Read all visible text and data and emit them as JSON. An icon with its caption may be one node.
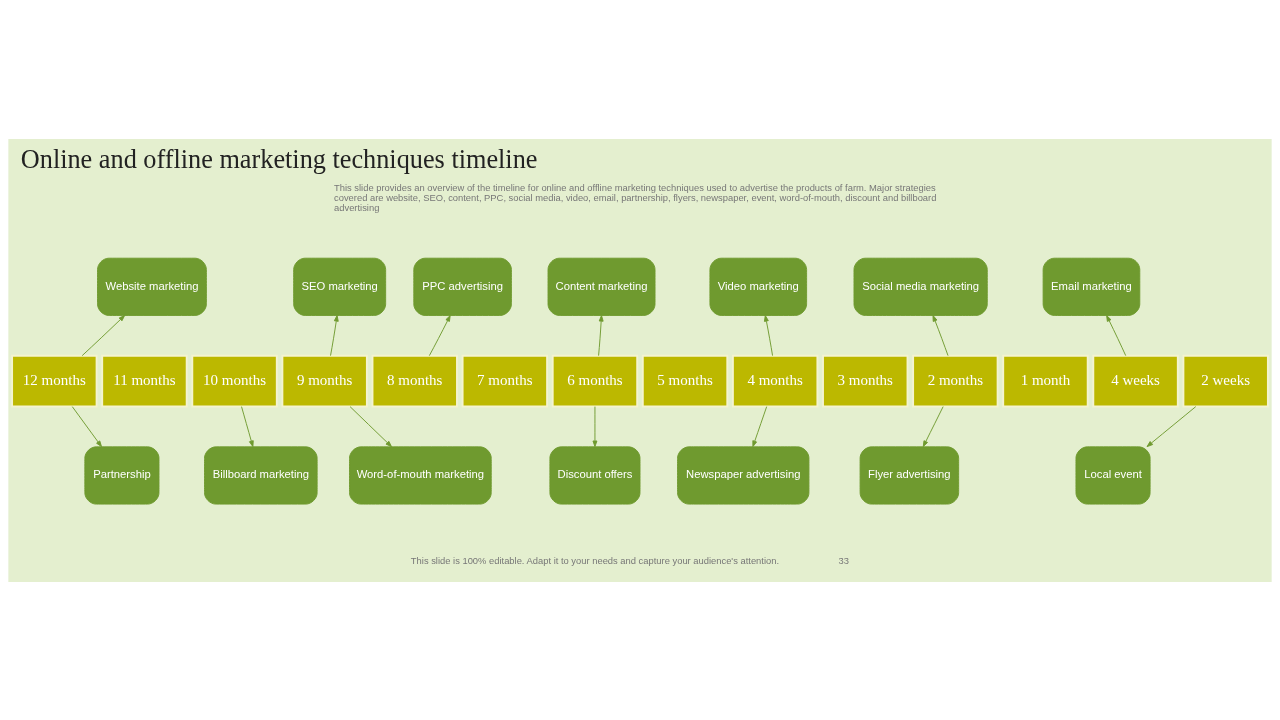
{
  "diagram": {
    "title": "Online and offline marketing techniques timeline",
    "nodes": [
      {
        "text": [
          "Website marketing"
        ]
      },
      {
        "text": [
          "SEO marketing"
        ]
      },
      {
        "text": [
          "PPC advertising"
        ]
      },
      {
        "text": [
          "Content marketing"
        ]
      },
      {
        "text": [
          "Video marketing"
        ]
      },
      {
        "text": [
          "Social media marketing"
        ]
      },
      {
        "text": [
          "Email marketing"
        ]
      },
      {
        "text": [
          "12 months"
        ]
      },
      {
        "text": [
          "11 months"
        ]
      },
      {
        "text": [
          "10 months"
        ]
      },
      {
        "text": [
          "9 months"
        ]
      },
      {
        "text": [
          "8 months"
        ]
      },
      {
        "text": [
          "7 months"
        ]
      },
      {
        "text": [
          "6 months"
        ]
      },
      {
        "text": [
          "5 months"
        ]
      },
      {
        "text": [
          "4 months"
        ]
      },
      {
        "text": [
          "3 months"
        ]
      },
      {
        "text": [
          "2 months"
        ]
      },
      {
        "text": [
          "1 month"
        ]
      },
      {
        "text": [
          "4 weeks"
        ]
      },
      {
        "text": [
          "2 weeks"
        ]
      },
      {
        "text": [
          "Partnership"
        ]
      },
      {
        "text": [
          "Billboard marketing"
        ]
      },
      {
        "text": [
          "Word-of-mouth marketing"
        ]
      },
      {
        "text": [
          "Discount offers"
        ]
      },
      {
        "text": [
          "Newspaper advertising"
        ]
      },
      {
        "text": [
          "Flyer advertising"
        ]
      },
      {
        "text": [
          "Local event"
        ]
      }
    ],
    "edges": [
      {
        "from": 7,
        "to": 0,
        "arrow": "to"
      },
      {
        "from": 10,
        "to": 1,
        "arrow": "to"
      },
      {
        "from": 11,
        "to": 2,
        "arrow": "to"
      },
      {
        "from": 13,
        "to": 3,
        "arrow": "to"
      },
      {
        "from": 15,
        "to": 4,
        "arrow": "to"
      },
      {
        "from": 17,
        "to": 5,
        "arrow": "to"
      },
      {
        "from": 19,
        "to": 6,
        "arrow": "to"
      },
      {
        "from": 7,
        "to": 21,
        "arrow": "to"
      },
      {
        "from": 9,
        "to": 22,
        "arrow": "to"
      },
      {
        "from": 10,
        "to": 23,
        "arrow": "to"
      },
      {
        "from": 13,
        "to": 24,
        "arrow": "to"
      },
      {
        "from": 15,
        "to": 25,
        "arrow": "to"
      },
      {
        "from": 17,
        "to": 26,
        "arrow": "to"
      },
      {
        "from": 20,
        "to": 27,
        "arrow": "to"
      }
    ],
    "labels": [
      "This slide provides an overview of the timeline for online and offline marketing techniques used to advertise the products of farm. Major strategies covered are website, SEO, content, PPC, social media, video, email, partnership, flyers, newspaper, event, word-of-mouth, discount and billboard advertising",
      "This slide is 100% editable. Adapt it to your needs and capture your audience's attention.",
      "33"
    ]
  }
}
